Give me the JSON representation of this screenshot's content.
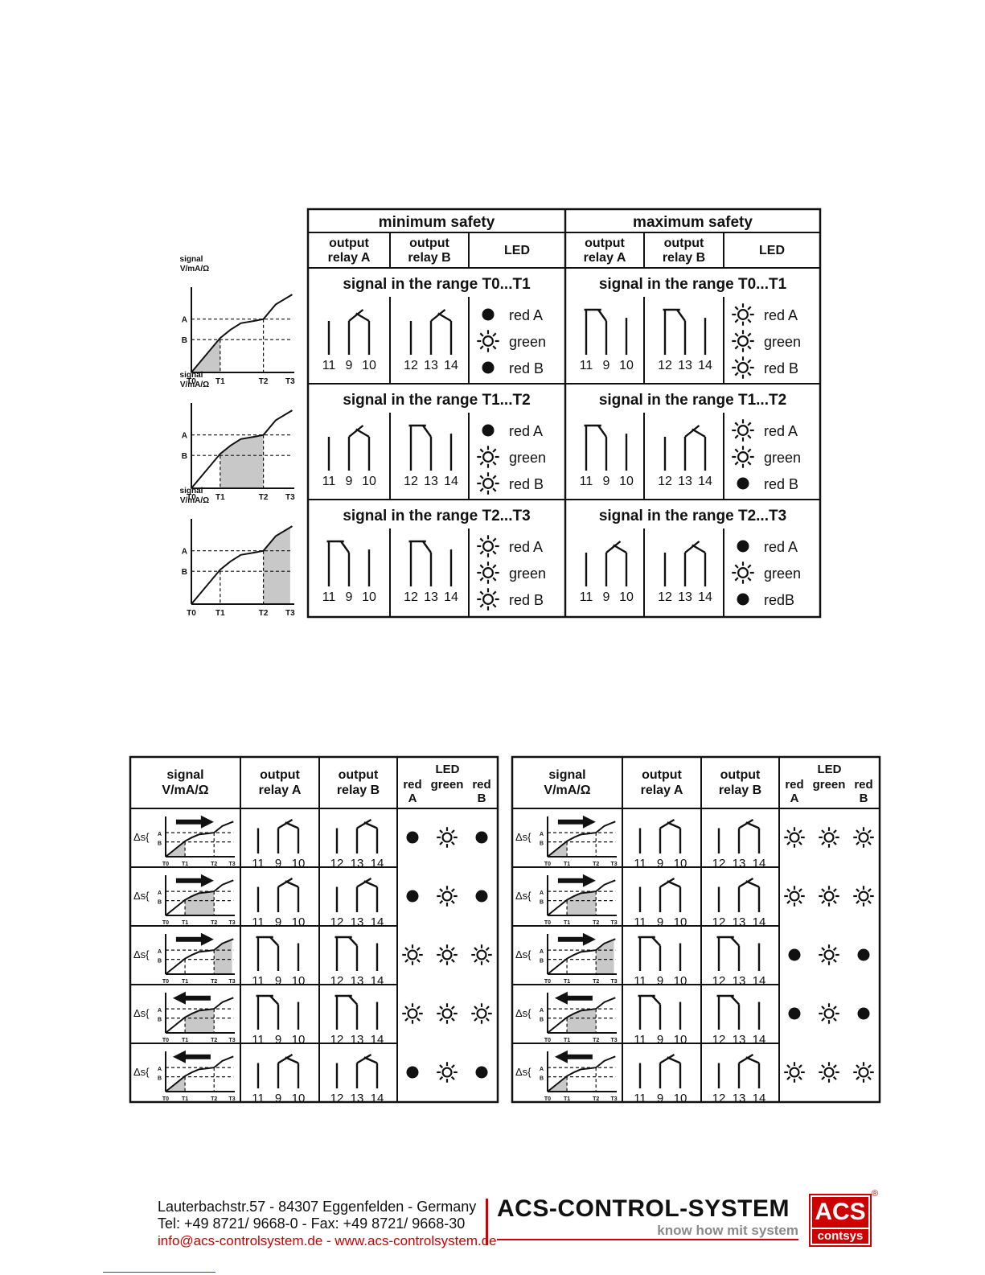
{
  "top_table": {
    "sections": [
      "minimum safety",
      "maximum safety"
    ],
    "col_relay_a": [
      "output",
      "relay A"
    ],
    "col_relay_b": [
      "output",
      "relay B"
    ],
    "col_led": "LED",
    "graph_ylabel": [
      "signal",
      "V/mA/Ω"
    ],
    "graph_marks": [
      "A",
      "B"
    ],
    "graph_ticks": [
      "T0",
      "T1",
      "T2",
      "T3"
    ],
    "relay_a_terminals": [
      "11",
      "9",
      "10"
    ],
    "relay_b_terminals": [
      "12",
      "13",
      "14"
    ],
    "rows": [
      {
        "title": "signal in the range T0...T1",
        "min": {
          "relay_a": "closed",
          "relay_b": "closed",
          "leds": [
            [
              "dot",
              "red A"
            ],
            [
              "sun",
              "green"
            ],
            [
              "dot",
              "red B"
            ]
          ]
        },
        "max": {
          "relay_a": "open",
          "relay_b": "open",
          "leds": [
            [
              "sun",
              "red A"
            ],
            [
              "sun",
              "green"
            ],
            [
              "sun",
              "red B"
            ]
          ]
        }
      },
      {
        "title": "signal in the range T1...T2",
        "min": {
          "relay_a": "closed",
          "relay_b": "open",
          "leds": [
            [
              "dot",
              "red A"
            ],
            [
              "sun",
              "green"
            ],
            [
              "sun",
              "red B"
            ]
          ]
        },
        "max": {
          "relay_a": "open",
          "relay_b": "closed",
          "leds": [
            [
              "sun",
              "red A"
            ],
            [
              "sun",
              "green"
            ],
            [
              "dot",
              "red B"
            ]
          ]
        }
      },
      {
        "title": "signal in the range T2...T3",
        "min": {
          "relay_a": "open",
          "relay_b": "open",
          "leds": [
            [
              "sun",
              "red A"
            ],
            [
              "sun",
              "green"
            ],
            [
              "sun",
              "red B"
            ]
          ]
        },
        "max": {
          "relay_a": "closed",
          "relay_b": "closed",
          "leds": [
            [
              "dot",
              "red A"
            ],
            [
              "sun",
              "green"
            ],
            [
              "dot",
              "redB"
            ]
          ]
        }
      }
    ]
  },
  "hysteresis_tables": {
    "col_signal": [
      "signal",
      "V/mA/Ω"
    ],
    "col_relay_a": [
      "output",
      "relay A"
    ],
    "col_relay_b": [
      "output",
      "relay B"
    ],
    "col_led": "LED",
    "led_cols": [
      "red",
      "green",
      "red"
    ],
    "led_cols_sub": [
      "A",
      "",
      "B"
    ],
    "delta_label": "Δs{",
    "graph_marks": [
      "A",
      "B"
    ],
    "graph_ticks": [
      "T0",
      "T1",
      "T2",
      "T3"
    ],
    "relay_a_terminals": [
      "11",
      "9",
      "10"
    ],
    "relay_b_terminals": [
      "12",
      "13",
      "14"
    ],
    "graphs": [
      {
        "shade": 1,
        "dir": "right"
      },
      {
        "shade": 2,
        "dir": "right"
      },
      {
        "shade": 3,
        "dir": "right"
      },
      {
        "shade": 2,
        "dir": "left"
      },
      {
        "shade": 1,
        "dir": "left"
      }
    ],
    "left": [
      {
        "relay_a": "closed",
        "relay_b": "closed",
        "leds": [
          "dot",
          "sun",
          "dot"
        ]
      },
      {
        "relay_a": "closed",
        "relay_b": "closed",
        "leds": [
          "dot",
          "sun",
          "dot"
        ]
      },
      {
        "relay_a": "open",
        "relay_b": "open",
        "leds": [
          "sun",
          "sun",
          "sun"
        ]
      },
      {
        "relay_a": "open",
        "relay_b": "open",
        "leds": [
          "sun",
          "sun",
          "sun"
        ]
      },
      {
        "relay_a": "closed",
        "relay_b": "closed",
        "leds": [
          "dot",
          "sun",
          "dot"
        ]
      }
    ],
    "right": [
      {
        "relay_a": "closed",
        "relay_b": "closed",
        "leds": [
          "sun",
          "sun",
          "sun"
        ]
      },
      {
        "relay_a": "closed",
        "relay_b": "closed",
        "leds": [
          "sun",
          "sun",
          "sun"
        ]
      },
      {
        "relay_a": "open",
        "relay_b": "open",
        "leds": [
          "dot",
          "sun",
          "dot"
        ]
      },
      {
        "relay_a": "open",
        "relay_b": "open",
        "leds": [
          "dot",
          "sun",
          "dot"
        ]
      },
      {
        "relay_a": "closed",
        "relay_b": "closed",
        "leds": [
          "sun",
          "sun",
          "sun"
        ]
      }
    ]
  },
  "footer": {
    "address_line1": "Lauterbachstr.57 - 84307 Eggenfelden - Germany",
    "address_line2": "Tel: +49 8721/ 9668-0 - Fax: +49 8721/ 9668-30",
    "address_line3": "info@acs-controlsystem.de - www.acs-controlsystem.de",
    "brand": "ACS-CONTROL-SYSTEM",
    "tagline": "know how mit system",
    "logo_top": "ACS",
    "logo_bottom": "contsys",
    "registered": "®"
  }
}
